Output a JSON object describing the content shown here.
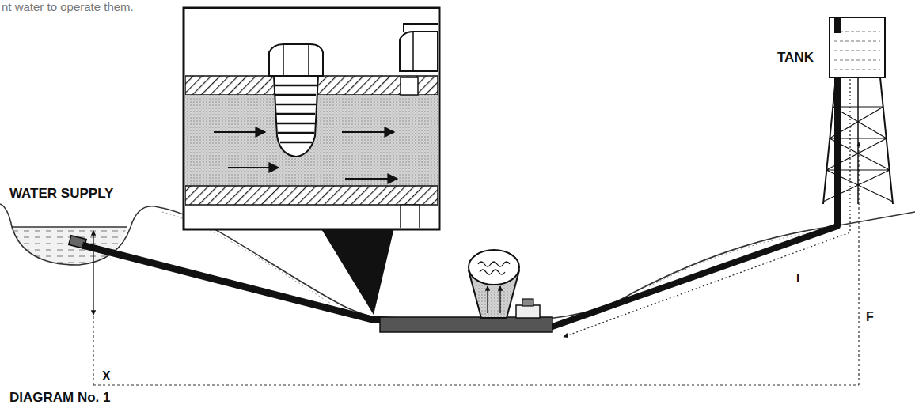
{
  "diagram": {
    "caption": "DIAGRAM No. 1",
    "labels": [
      "nt water to operate them.",
      "WATER SUPPLY",
      "TANK",
      "X",
      "F",
      "I"
    ]
  }
}
